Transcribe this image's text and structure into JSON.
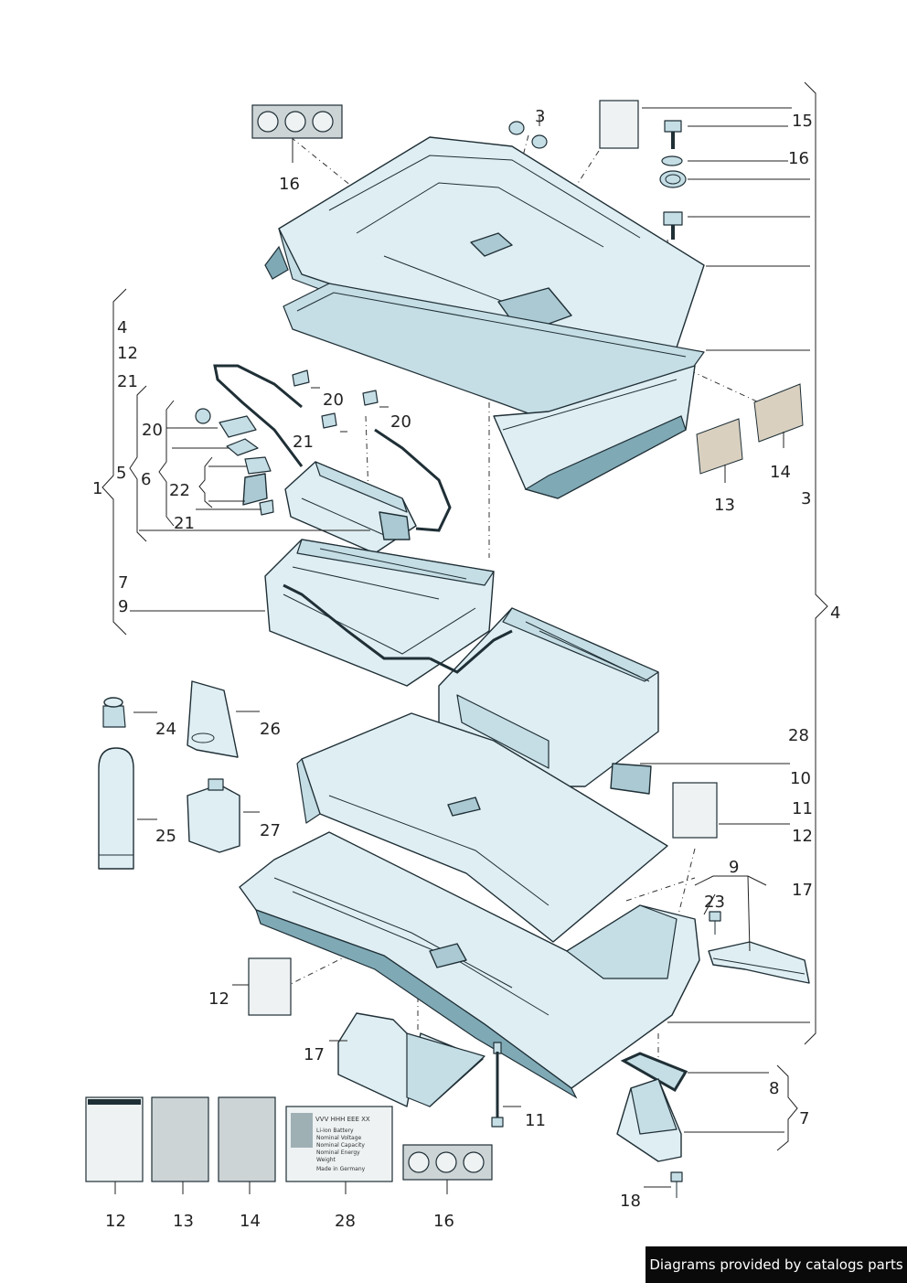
{
  "callouts": {
    "c1": "1",
    "c3a": "3",
    "c3b": "3",
    "c4a": "4",
    "c4b": "4",
    "c5": "5",
    "c6": "6",
    "c7a": "7",
    "c7b": "7",
    "c8": "8",
    "c9a": "9",
    "c9b": "9",
    "c10": "10",
    "c11a": "11",
    "c11b": "11",
    "c12a": "12",
    "c12b": "12",
    "c12c": "12",
    "c12d": "12",
    "c13a": "13",
    "c13b": "13",
    "c14a": "14",
    "c14b": "14",
    "c15": "15",
    "c16a": "16",
    "c16b": "16",
    "c16c": "16",
    "c17a": "17",
    "c17b": "17",
    "c18": "18",
    "c20a": "20",
    "c20b": "20",
    "c20c": "20",
    "c21a": "21",
    "c21b": "21",
    "c21c": "21",
    "c22": "22",
    "c23": "23",
    "c24": "24",
    "c25": "25",
    "c26": "26",
    "c27": "27",
    "c28a": "28",
    "c28b": "28"
  },
  "plate28": {
    "header": "VVV HHH EEE XX",
    "line1": "Li-Ion Battery",
    "line2": "Nominal Voltage",
    "line3": "Nominal Capacity",
    "line4": "Nominal Energy",
    "line5": "Weight",
    "line6": "Made in Germany"
  },
  "footer": {
    "text": "Diagrams provided by catalogs parts"
  },
  "colors": {
    "part_fill": "#dfeef2",
    "outline": "#1f2f36",
    "footer_bg": "#0a0a0a"
  }
}
